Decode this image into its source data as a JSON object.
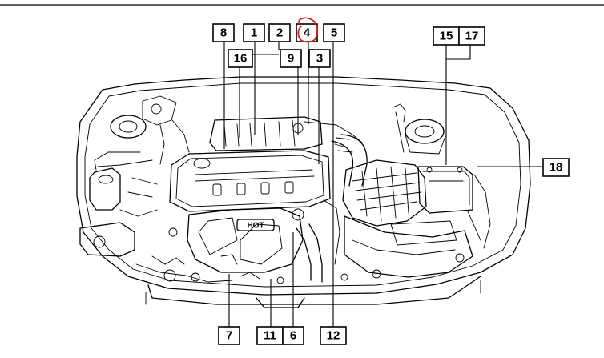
{
  "diagram": {
    "callouts": [
      {
        "id": "c8",
        "label": "8"
      },
      {
        "id": "c1",
        "label": "1"
      },
      {
        "id": "c2",
        "label": "2"
      },
      {
        "id": "c4",
        "label": "4"
      },
      {
        "id": "c5",
        "label": "5"
      },
      {
        "id": "c16",
        "label": "16"
      },
      {
        "id": "c9",
        "label": "9"
      },
      {
        "id": "c3",
        "label": "3"
      },
      {
        "id": "c15",
        "label": "15"
      },
      {
        "id": "c17",
        "label": "17"
      },
      {
        "id": "c18",
        "label": "18"
      },
      {
        "id": "c7",
        "label": "7"
      },
      {
        "id": "c11",
        "label": "11"
      },
      {
        "id": "c6",
        "label": "6"
      },
      {
        "id": "c12",
        "label": "12"
      }
    ],
    "engine_cover_text": "HOT",
    "highlight_color": "#e0201b"
  }
}
